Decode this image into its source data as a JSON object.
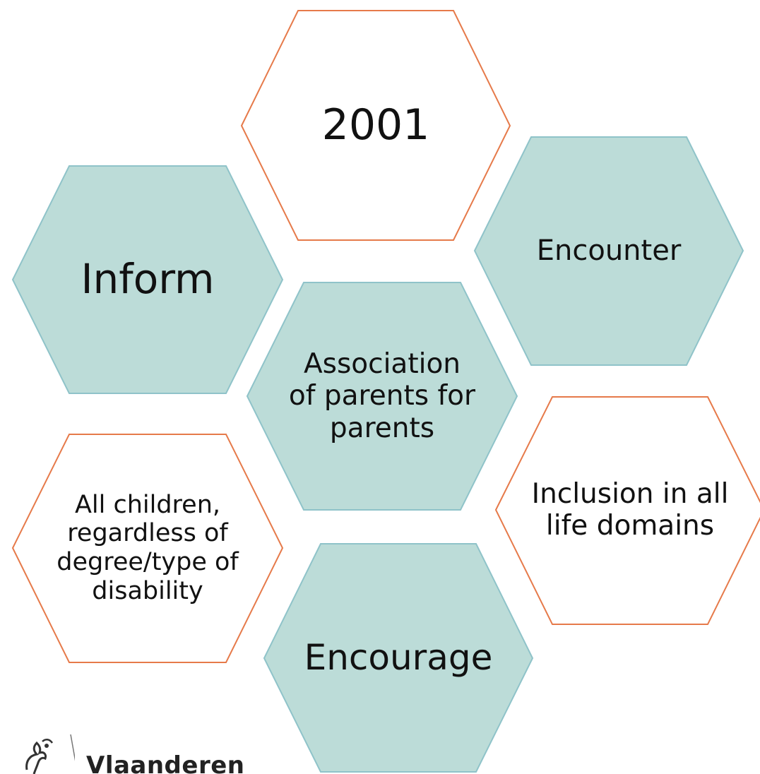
{
  "hexagons": [
    {
      "id": "year",
      "label": "2001",
      "style": "outline"
    },
    {
      "id": "inform",
      "label": "Inform",
      "style": "filled"
    },
    {
      "id": "encounter",
      "label": "Encounter",
      "style": "filled"
    },
    {
      "id": "center",
      "label": "Association of parents for parents",
      "style": "filled"
    },
    {
      "id": "all-children",
      "label": "All children, regardless of degree/type of disability",
      "style": "outline"
    },
    {
      "id": "inclusion",
      "label": "Inclusion in all life domains",
      "style": "outline"
    },
    {
      "id": "encourage",
      "label": "Encourage",
      "style": "filled"
    }
  ],
  "logo": {
    "wordmark": "Vlaanderen"
  },
  "colors": {
    "filled_fill": "#bcdcd8",
    "filled_stroke": "#8fc3c9",
    "outline_stroke": "#e67a4a",
    "text": "#111111"
  }
}
